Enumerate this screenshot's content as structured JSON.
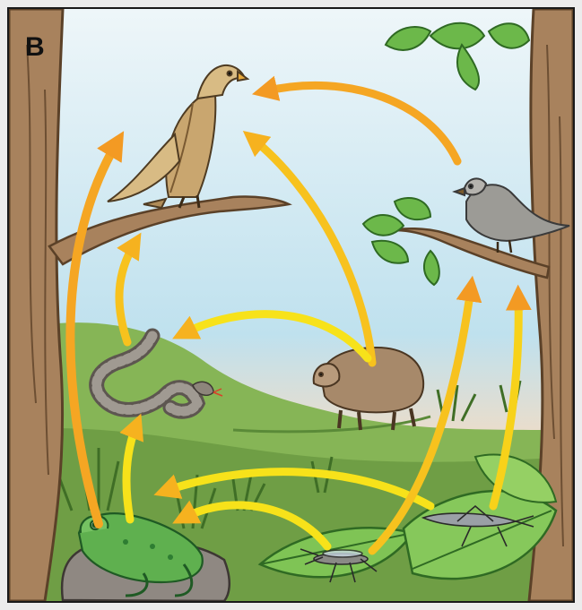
{
  "panel": {
    "label": "B"
  },
  "colors": {
    "sky_top": "#e9f3f7",
    "sky_bottom": "#bfe1ee",
    "horizon_glow": "#f6dcc0",
    "grass": "#7fae4f",
    "grass_dark": "#4f7f32",
    "tree_trunk": "#a07c58",
    "leaf": "#6cb84a",
    "arrow_yellow": "#f7e21a",
    "arrow_orange": "#f5a623"
  },
  "organisms": [
    {
      "id": "hawk",
      "icon": "hawk-icon"
    },
    {
      "id": "small-bird",
      "icon": "bird-icon"
    },
    {
      "id": "snake",
      "icon": "snake-icon"
    },
    {
      "id": "rodent",
      "icon": "rodent-icon"
    },
    {
      "id": "frog",
      "icon": "frog-icon"
    },
    {
      "id": "insect-left",
      "icon": "insect-icon"
    },
    {
      "id": "grasshopper",
      "icon": "grasshopper-icon"
    },
    {
      "id": "leaves",
      "icon": "leaf-icon"
    }
  ],
  "food_web_links": [
    {
      "from": "small-bird",
      "to": "hawk"
    },
    {
      "from": "rodent",
      "to": "hawk"
    },
    {
      "from": "snake",
      "to": "hawk"
    },
    {
      "from": "frog",
      "to": "hawk"
    },
    {
      "from": "rodent",
      "to": "snake"
    },
    {
      "from": "frog",
      "to": "snake"
    },
    {
      "from": "insect-left",
      "to": "frog"
    },
    {
      "from": "grasshopper",
      "to": "frog"
    },
    {
      "from": "insect-left",
      "to": "small-bird"
    },
    {
      "from": "grasshopper",
      "to": "small-bird"
    }
  ]
}
